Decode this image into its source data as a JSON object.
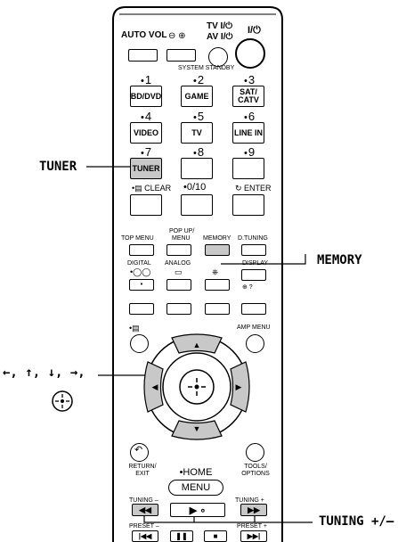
{
  "callouts": {
    "tuner": "TUNER",
    "memory": "MEMORY",
    "nav": "←, ↑, ↓, →,",
    "tuning": "TUNING +/–"
  },
  "top": {
    "auto_vol": "AUTO VOL",
    "tv_power": "TV I/⏻",
    "av_power": "AV I/⏻",
    "power": "I/⏻",
    "system_standby": "SYSTEM STANDBY"
  },
  "numbers": {
    "n1": "1",
    "n2": "2",
    "n3": "3",
    "n4": "4",
    "n5": "5",
    "n6": "6",
    "n7": "7",
    "n8": "8",
    "n9": "9",
    "bd_dvd": "BD/DVD",
    "game": "GAME",
    "sat_catv_1": "SAT/",
    "sat_catv_2": "CATV",
    "video": "VIDEO",
    "tv": "TV",
    "line_in": "LINE IN",
    "tuner": "TUNER",
    "clear": "CLEAR",
    "zero_ten": "0/10",
    "enter": "ENTER"
  },
  "mid": {
    "top_menu": "TOP MENU",
    "pop_up_1": "POP UP/",
    "pop_up_2": "MENU",
    "memory": "MEMORY",
    "d_tuning": "D.TUNING",
    "digital": "DIGITAL",
    "analog": "ANALOG",
    "display": "DISPLAY"
  },
  "nav": {
    "amp_menu": "AMP MENU",
    "return_1": "RETURN/",
    "return_2": "EXIT",
    "home": "HOME",
    "menu": "MENU",
    "tools_1": "TOOLS/",
    "tools_2": "OPTIONS"
  },
  "transport": {
    "tuning_minus": "TUNING –",
    "tuning_plus": "TUNING +",
    "preset_minus": "PRESET –",
    "preset_plus": "PRESET +"
  }
}
